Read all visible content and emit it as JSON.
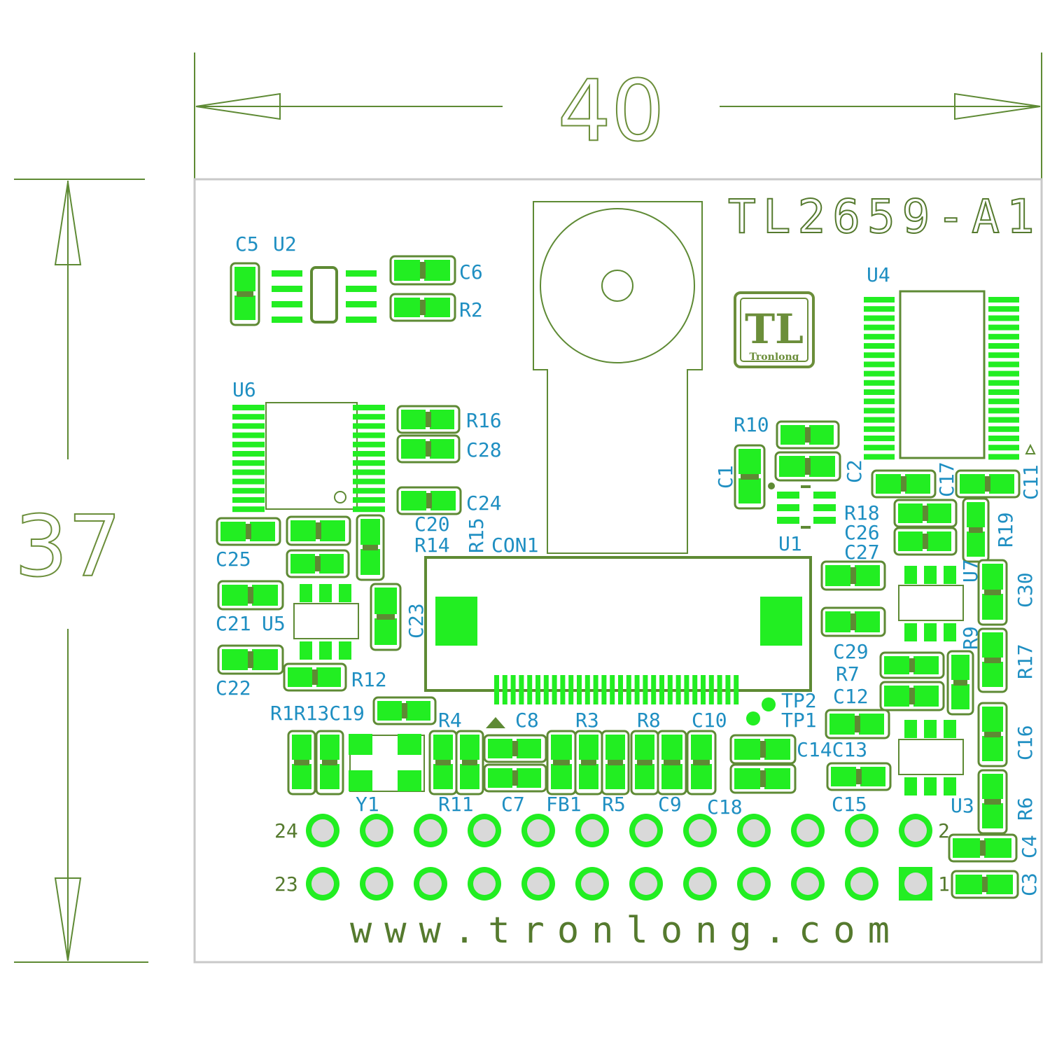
{
  "board": {
    "title": "TL2659-A1",
    "website": "www.tronlong.com",
    "logo": {
      "mark": "TL",
      "brand": "Tronlong"
    },
    "dimensions": {
      "width_label": "40",
      "height_label": "37"
    }
  },
  "header_labels": {
    "j1_pin_top_right": "2",
    "j1_pin_bottom_right": "1",
    "j1_pin_top_left": "24",
    "j1_pin_bottom_left": "23"
  },
  "refs": {
    "C5": "C5",
    "U2": "U2",
    "C6": "C6",
    "R2": "R2",
    "U4": "U4",
    "U6": "U6",
    "R16": "R16",
    "C28": "C28",
    "C24": "C24",
    "R10": "R10",
    "C1": "C1",
    "C2": "C2",
    "C17": "C17",
    "C11": "C11",
    "R18": "R18",
    "C26": "C26",
    "R19": "R19",
    "C27": "C27",
    "U7": "U7",
    "C30": "C30",
    "U1": "U1",
    "C25": "C25",
    "C20": "C20",
    "R14": "R14",
    "R15": "R15",
    "CON1": "CON1",
    "C21": "C21",
    "U5": "U5",
    "C23": "C23",
    "C22": "C22",
    "R12": "R12",
    "R9": "R9",
    "R17": "R17",
    "C29": "C29",
    "R7": "R7",
    "C12": "C12",
    "TP2": "TP2",
    "TP1": "TP1",
    "R1R13C19": "R1R13C19",
    "R4": "R4",
    "C8": "C8",
    "R3": "R3",
    "R8": "R8",
    "C10": "C10",
    "C14C13": "C14C13",
    "C16": "C16",
    "Y1": "Y1",
    "R11": "R11",
    "C7": "C7",
    "FB1": "FB1",
    "R5": "R5",
    "C9": "C9",
    "C18": "C18",
    "C15": "C15",
    "U3": "U3",
    "R6": "R6",
    "C4": "C4",
    "C3": "C3"
  },
  "colors": {
    "pad": "#22ee22",
    "outline": "#5e8a34",
    "refdes": "#1f8fc2",
    "silkscreen": "#557a2e"
  }
}
